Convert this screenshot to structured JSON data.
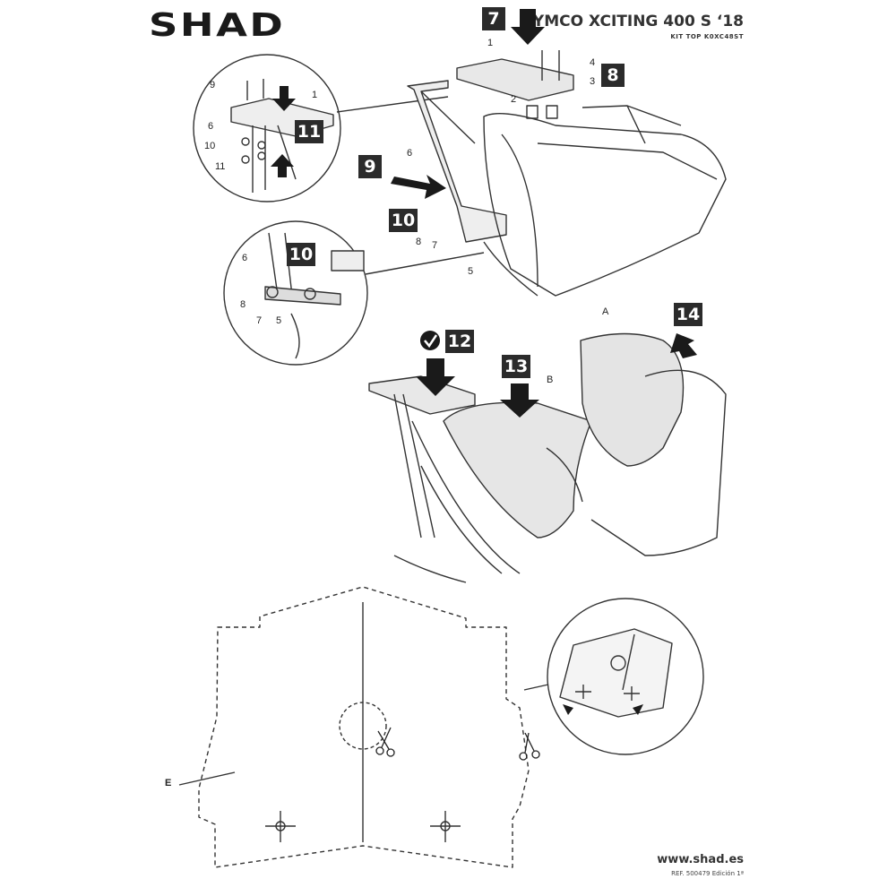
{
  "header": {
    "brand": "SHAD",
    "model": "KYMCO XCITING 400 S ‘18",
    "kit": "KIT TOP K0XC48ST"
  },
  "footer": {
    "website": "www.shad.es",
    "reference": "REF. 500479 Edición 1ª"
  },
  "steps": {
    "s7": "7",
    "s8": "8",
    "s9": "9",
    "s10a": "10",
    "s10b": "10",
    "s11": "11",
    "s12": "12",
    "s13": "13",
    "s14": "14"
  },
  "labels": {
    "p1a": "1",
    "p2": "2",
    "p3": "3",
    "p4": "4",
    "p5a": "5",
    "p6a": "6",
    "p7a": "7",
    "p8a": "8",
    "p1b": "1",
    "p6b": "6",
    "p9": "9",
    "p10": "10",
    "p11": "11",
    "p6c": "6",
    "p7c": "7",
    "p8c": "8",
    "p5c": "5",
    "pA": "A",
    "pB": "B",
    "pE": "E"
  }
}
